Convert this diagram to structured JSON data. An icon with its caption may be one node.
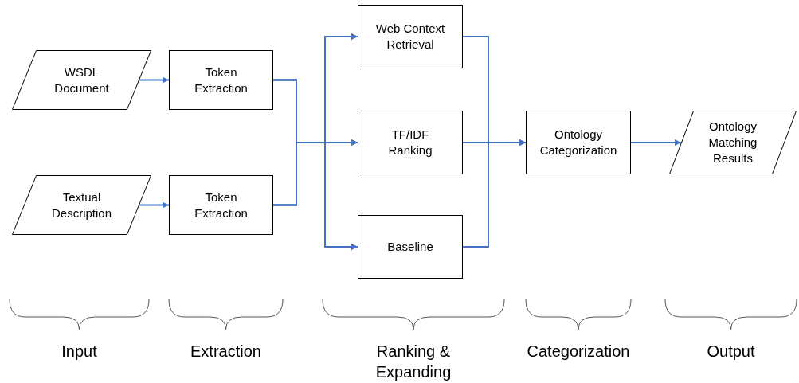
{
  "diagram": {
    "nodes": [
      {
        "text": [
          "WSDL Document"
        ]
      },
      {
        "text": [
          "Token Extraction"
        ]
      },
      {
        "text": [
          "Textual Description"
        ]
      },
      {
        "text": [
          "Token Extraction"
        ]
      },
      {
        "text": [
          "Web Context Retrieval"
        ]
      },
      {
        "text": [
          "TF/IDF Ranking"
        ]
      },
      {
        "text": [
          "Baseline"
        ]
      },
      {
        "text": [
          "Ontology Categorization"
        ]
      },
      {
        "text": [
          "Ontology Matching Results"
        ]
      }
    ],
    "edges": [
      {
        "from": 0,
        "to": 1,
        "arrow": "to"
      },
      {
        "from": 2,
        "to": 3,
        "arrow": "to"
      },
      {
        "from": 1,
        "to": 4,
        "arrow": "to"
      },
      {
        "from": 1,
        "to": 5,
        "arrow": "to"
      },
      {
        "from": 1,
        "to": 6,
        "arrow": "to"
      },
      {
        "from": 3,
        "to": 4,
        "arrow": "to"
      },
      {
        "from": 3,
        "to": 5,
        "arrow": "to"
      },
      {
        "from": 3,
        "to": 6,
        "arrow": "to"
      },
      {
        "from": 4,
        "to": 7,
        "arrow": "to"
      },
      {
        "from": 5,
        "to": 7,
        "arrow": "to"
      },
      {
        "from": 6,
        "to": 7,
        "arrow": "to"
      },
      {
        "from": 7,
        "to": 8,
        "arrow": "to"
      }
    ],
    "labels": [
      "Input",
      "Extraction",
      "Ranking & Expanding",
      "Categorization",
      "Output"
    ]
  }
}
